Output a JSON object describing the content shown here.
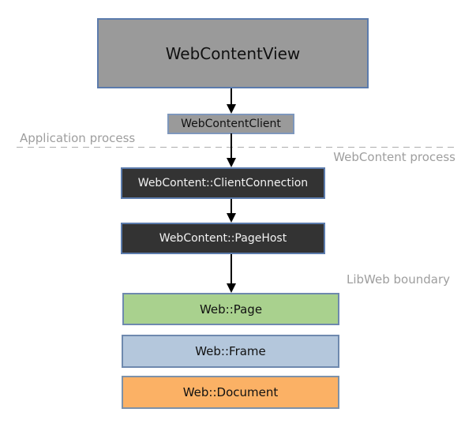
{
  "nodes": [
    {
      "label": "WebContentView",
      "fill": "#9a9a9a",
      "text_color": "#111111"
    },
    {
      "label": "WebContentClient",
      "fill": "#9a9a9a",
      "text_color": "#111111"
    },
    {
      "label": "WebContent::ClientConnection",
      "fill": "#333333",
      "text_color": "#f2f2f2"
    },
    {
      "label": "WebContent::PageHost",
      "fill": "#333333",
      "text_color": "#f2f2f2"
    },
    {
      "label": "Web::Page",
      "fill": "#a9d18e",
      "text_color": "#111111"
    },
    {
      "label": "Web::Frame",
      "fill": "#b4c7dc",
      "text_color": "#111111"
    },
    {
      "label": "Web::Document",
      "fill": "#fbb165",
      "text_color": "#111111"
    }
  ],
  "region_labels": {
    "application_process": "Application process",
    "webcontent_process": "WebContent process",
    "libweb_boundary": "LibWeb boundary"
  },
  "colors": {
    "node_border": "#5b7bac",
    "region_label_text": "#9e9e9e",
    "divider_dash": "#adadad",
    "arrow": "#000000",
    "background": "#ffffff"
  }
}
